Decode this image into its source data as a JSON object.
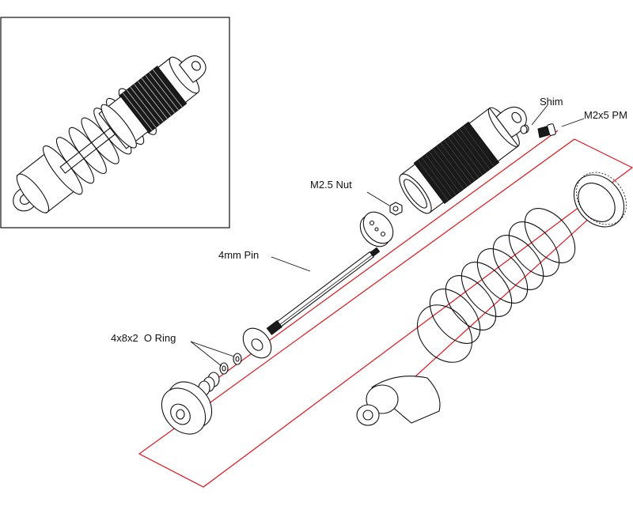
{
  "labels": {
    "shim": "Shim",
    "screw": "M2x5 PM",
    "nut": "M2.5 Nut",
    "pin": "4mm Pin",
    "oring": "4x8x2  O Ring"
  },
  "colors": {
    "axis": "#e1141b",
    "ink": "#111111",
    "background": "#ffffff"
  }
}
